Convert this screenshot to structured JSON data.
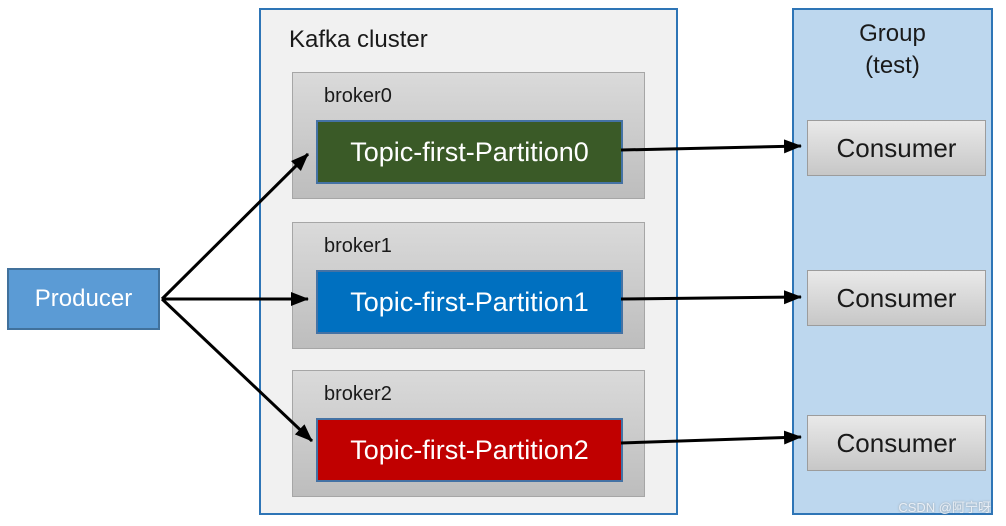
{
  "diagram": {
    "producer": {
      "label": "Producer",
      "fill": "#5B9BD5"
    },
    "cluster": {
      "title": "Kafka cluster",
      "brokers": [
        {
          "label": "broker0",
          "partition": {
            "label": "Topic-first-Partition0",
            "color": "#3A5A27"
          }
        },
        {
          "label": "broker1",
          "partition": {
            "label": "Topic-first-Partition1",
            "color": "#0070C0"
          }
        },
        {
          "label": "broker2",
          "partition": {
            "label": "Topic-first-Partition2",
            "color": "#C00000"
          }
        }
      ]
    },
    "group": {
      "title_line1": "Group",
      "title_line2": "(test)",
      "fill": "#BDD7EE",
      "consumers": [
        {
          "label": "Consumer"
        },
        {
          "label": "Consumer"
        },
        {
          "label": "Consumer"
        }
      ]
    },
    "edges": [
      {
        "from": "producer",
        "to": "topic-first-partition0"
      },
      {
        "from": "producer",
        "to": "topic-first-partition1"
      },
      {
        "from": "producer",
        "to": "topic-first-partition2"
      },
      {
        "from": "topic-first-partition0",
        "to": "consumer-0"
      },
      {
        "from": "topic-first-partition1",
        "to": "consumer-1"
      },
      {
        "from": "topic-first-partition2",
        "to": "consumer-2"
      }
    ],
    "colors": {
      "cluster_border": "#2E75B6",
      "cluster_fill": "#F1F1F1",
      "broker_fill": "#CDCDCD",
      "group_border": "#2E75B6",
      "arrow": "#000000"
    },
    "watermark": "CSDN @阿宁呀"
  }
}
